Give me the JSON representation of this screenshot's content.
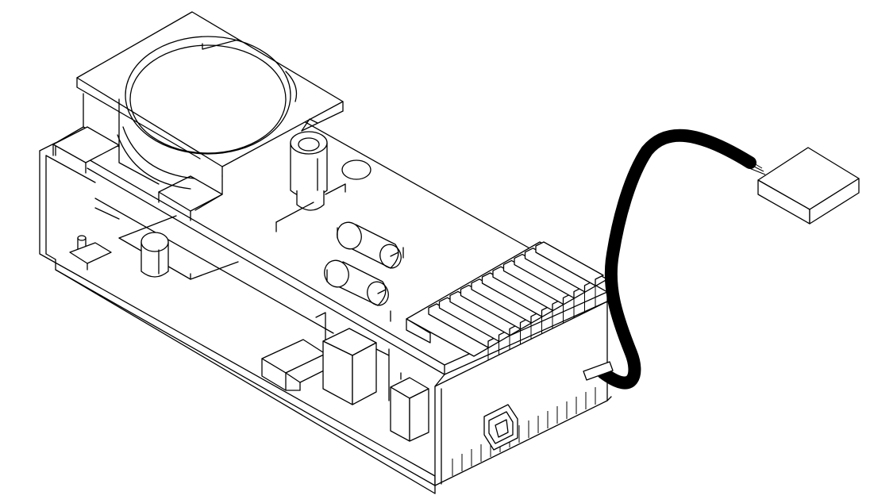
{
  "drawing": {
    "style": "black line-art isometric technical illustration",
    "colors": {
      "line": "#000000",
      "background": "#ffffff",
      "cable": "#000000"
    },
    "components": [
      "enclosure-frame",
      "circuit-board",
      "battery-holder",
      "coin-cell-opening",
      "electrolytic-capacitor",
      "small-capacitor",
      "cylindrical-resistor-1",
      "cylindrical-resistor-2",
      "round-pad",
      "pin-header",
      "connector-block-1",
      "connector-block-2",
      "connector-block-3",
      "end-panel",
      "jack-socket",
      "ribbon-cable",
      "cable-connector-plug"
    ],
    "pin_header_fin_count": 11
  }
}
